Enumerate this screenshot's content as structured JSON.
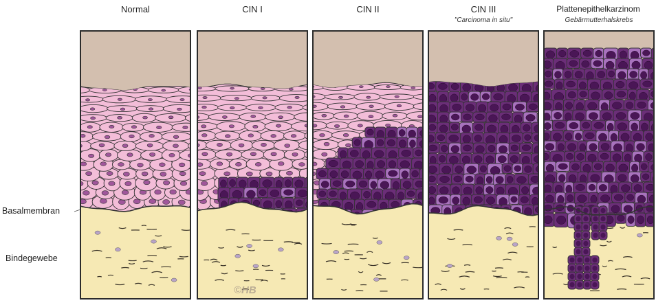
{
  "stages": [
    {
      "title": "Normal",
      "subtitle": ""
    },
    {
      "title": "CIN I",
      "subtitle": ""
    },
    {
      "title": "CIN II",
      "subtitle": ""
    },
    {
      "title": "CIN III",
      "subtitle": "\"Carcinoma in situ\""
    },
    {
      "title": "Plattenepithelkarzinom",
      "subtitle": "Gebärmutterhalskrebs"
    }
  ],
  "labels": {
    "basalmembran": "Basalmembran",
    "bindegewebe": "Bindegewebe"
  },
  "credit": "©HB",
  "colors": {
    "background_top": "#d3bfaf",
    "connective_tissue": "#f6e9b4",
    "normal_cell": "#f3bdd8",
    "normal_nucleus": "#a0569b",
    "dysplastic_cell": "#8a4d96",
    "dysplastic_dark": "#6b2e78",
    "dysplastic_light": "#a872bd",
    "outline": "#333333"
  }
}
